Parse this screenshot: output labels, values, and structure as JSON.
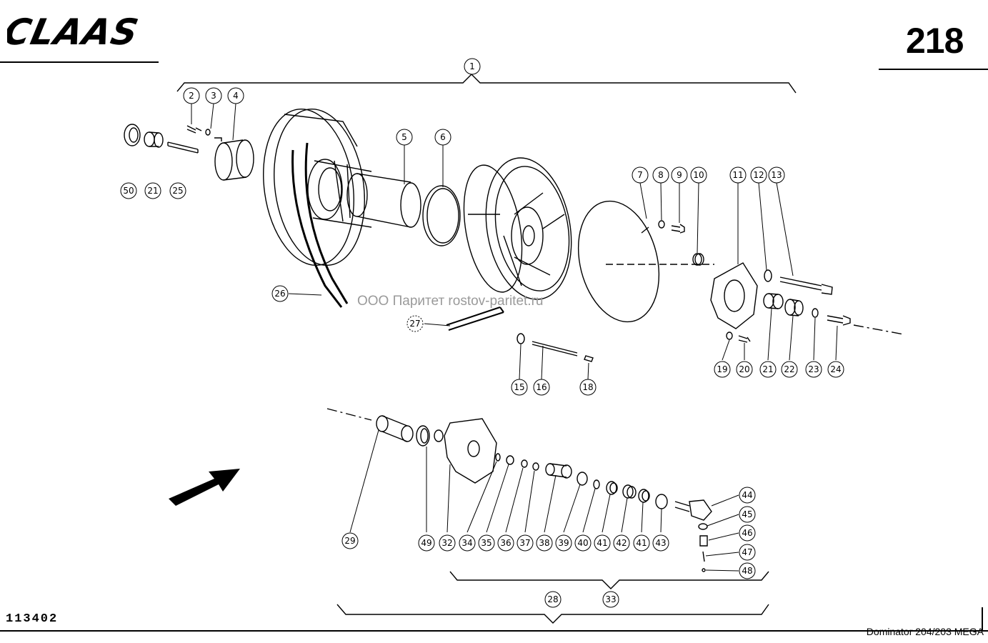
{
  "header": {
    "brand": "CLAAS",
    "page_number": "218"
  },
  "footer": {
    "drawing_id": "113402",
    "model": "Dominator 204/203 MEGA"
  },
  "watermark": {
    "text": "ООО Паритет   rostov-paritet.ru"
  },
  "callouts": {
    "c1": "1",
    "c2": "2",
    "c3": "3",
    "c4": "4",
    "c5": "5",
    "c6": "6",
    "c7": "7",
    "c8": "8",
    "c9": "9",
    "c10": "10",
    "c11": "11",
    "c12": "12",
    "c13": "13",
    "c15": "15",
    "c16": "16",
    "c18": "18",
    "c19": "19",
    "c20": "20",
    "c21a": "21",
    "c21b": "21",
    "c22": "22",
    "c23": "23",
    "c24": "24",
    "c25": "25",
    "c26": "26",
    "c27": "27",
    "c28": "28",
    "c29": "29",
    "c32": "32",
    "c33": "33",
    "c34": "34",
    "c35": "35",
    "c36": "36",
    "c37": "37",
    "c38": "38",
    "c39": "39",
    "c40": "40",
    "c41a": "41",
    "c41b": "41",
    "c42": "42",
    "c43": "43",
    "c44": "44",
    "c45": "45",
    "c46": "46",
    "c47": "47",
    "c48": "48",
    "c49": "49",
    "c50": "50"
  },
  "colors": {
    "ink": "#000000",
    "watermark": "#9a9a9a",
    "paper": "#ffffff"
  }
}
